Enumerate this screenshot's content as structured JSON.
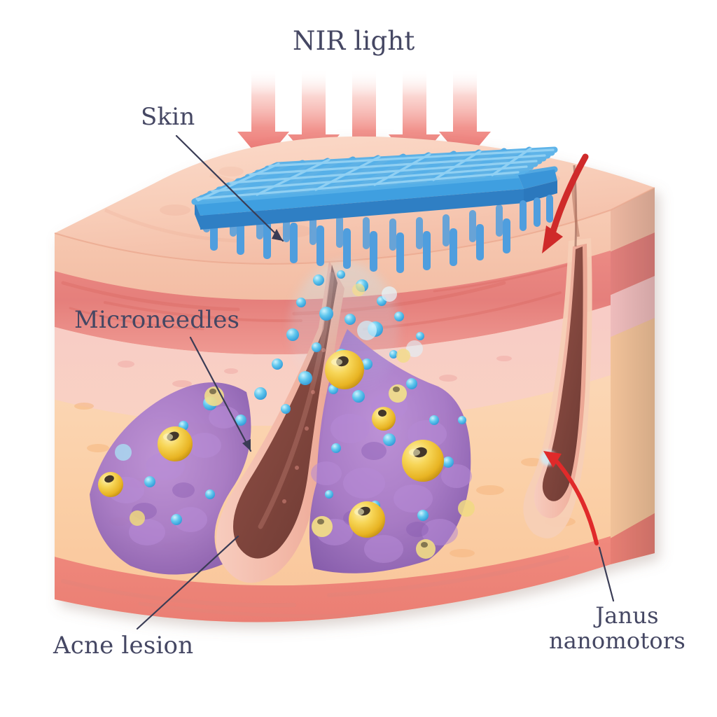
{
  "figure": {
    "kind": "scientific-illustration",
    "subject": "NIR-responsive microneedle patch delivering Janus nanomotors into an acne lesion",
    "background_color": "#ffffff"
  },
  "labels": {
    "nir_light": "NIR light",
    "skin": "Skin",
    "microneedles": "Microneedles",
    "acne_lesion": "Acne lesion",
    "janus_line1": "Janus",
    "janus_line2": "nanomotors"
  },
  "colors": {
    "label_text": "#454763",
    "leader_line": "#3a3c55",
    "nir_arrow": "#ef6d6d",
    "nir_arrow_pale": "#ffffff",
    "red_pointer": "#cf2a2a",
    "patch_blue": "#3f9fe0",
    "patch_blue_dark": "#2f7fc4",
    "patch_blue_light": "#7cc6f0",
    "epidermis": "#f7c3ad",
    "dermis_band": "#e8837f",
    "dermis_light": "#f6c2c2",
    "subcutis": "#f9c9a8",
    "hypodermis": "#fbd0a2",
    "muscle": "#ef8278",
    "follicle_outer": "#f3b9a8",
    "follicle_inner": "#8d5047",
    "lesion_purple": "#a479c9",
    "lesion_purple_dark": "#7b55a8",
    "nanomotor_gold": "#f5cf4a",
    "nanomotor_gold_dark": "#d9a018",
    "nanomotor_cap": "#4a3b2a",
    "particle_blue": "#3fb6e8",
    "particle_cyan": "#7fe0f2"
  },
  "elements": {
    "nir_arrow_count": 5,
    "patch_label": "microneedle patch",
    "patch_grid_cols": 10,
    "patch_grid_rows": 8,
    "needle_count": 22,
    "nanomotor_count": 14,
    "skin_layers": [
      "epidermis",
      "dermis",
      "papillary dermis",
      "subcutaneous fat",
      "muscle"
    ],
    "follicles": [
      "left hair follicle with acne lesion",
      "right hair follicle (intact)"
    ]
  }
}
